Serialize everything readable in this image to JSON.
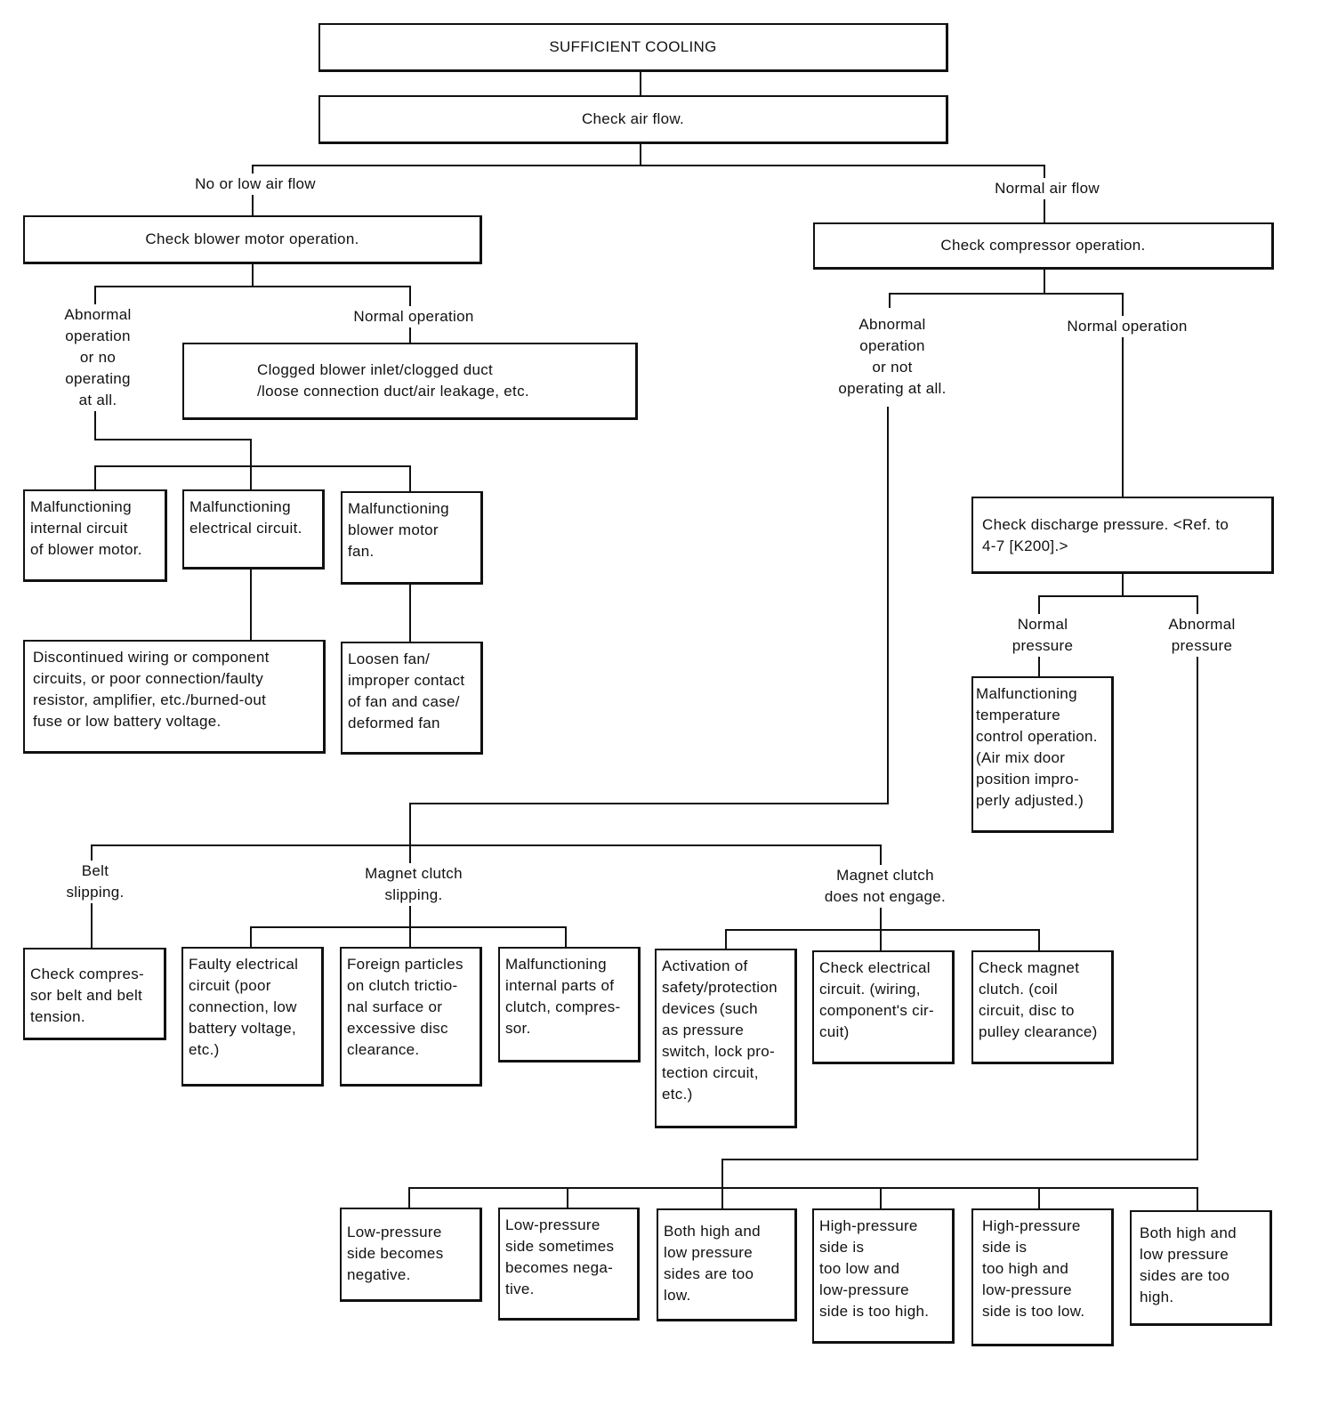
{
  "nodes": {
    "start": "SUFFICIENT COOLING",
    "check_air_flow": "Check air flow.",
    "check_blower": "Check blower motor operation.",
    "clogged_blower": "Clogged blower inlet/clogged duct\n/loose connection duct/air leakage, etc.",
    "malf_internal_blower": "Malfunctioning\ninternal circuit\nof blower motor.",
    "malf_electrical": "Malfunctioning\nelectrical circuit.",
    "malf_blower_fan": "Malfunctioning\nblower motor\nfan.",
    "discontinued_wiring": "Discontinued wiring or component\ncircuits, or poor connection/faulty\nresistor, amplifier, etc./burned-out\nfuse or low battery voltage.",
    "loosen_fan": "Loosen fan/\nimproper contact\nof fan and case/\ndeformed fan",
    "check_compressor": "Check compressor operation.",
    "check_discharge": "Check discharge pressure. <Ref. to\n4-7 [K200].>",
    "malf_temp_control": "Malfunctioning\ntemperature\ncontrol operation.\n(Air mix door\nposition impro-\nperly adjusted.)",
    "check_belt": "Check compres-\nsor belt and belt\ntension.",
    "faulty_electrical": "Faulty electrical\ncircuit (poor\nconnection, low\nbattery voltage,\netc.)",
    "foreign_particles": "Foreign particles\non clutch trictio-\nnal surface or\nexcessive disc\nclearance.",
    "malf_internal_clutch": "Malfunctioning\ninternal parts of\nclutch, compres-\nsor.",
    "activation_safety": "Activation of\nsafety/protection\ndevices (such\nas pressure\nswitch, lock pro-\ntection circuit,\netc.)",
    "check_electrical": "Check electrical\ncircuit. (wiring,\ncomponent's cir-\ncuit)",
    "check_magnet": "Check magnet\nclutch. (coil\ncircuit, disc to\npulley clearance)",
    "low_negative": "Low-pressure\nside becomes\nnegative.",
    "low_sometimes": "Low-pressure\nside sometimes\nbecomes nega-\ntive.",
    "both_low": "Both high and\nlow pressure\nsides are too\nlow.",
    "high_low_low_high": "High-pressure\nside is\ntoo low and\nlow-pressure\nside is too high.",
    "high_high_low_low": "High-pressure\nside is\ntoo high and\nlow-pressure\nside is too low.",
    "both_high": "Both high and\nlow pressure\nsides are too\nhigh."
  },
  "labels": {
    "no_low_air": "No or low air flow",
    "normal_air": "Normal air flow",
    "abnormal_blower": "Abnormal\noperation\nor no\noperating\nat all.",
    "normal_blower": "Normal operation",
    "abnormal_compressor": "Abnormal\noperation\nor not\noperating at all.",
    "normal_compressor": "Normal operation",
    "normal_pressure": "Normal\npressure",
    "abnormal_pressure": "Abnormal\npressure",
    "belt_slipping": "Belt\nslipping.",
    "magnet_slipping": "Magnet clutch\nslipping.",
    "magnet_not_engage": "Magnet clutch\ndoes not engage."
  }
}
